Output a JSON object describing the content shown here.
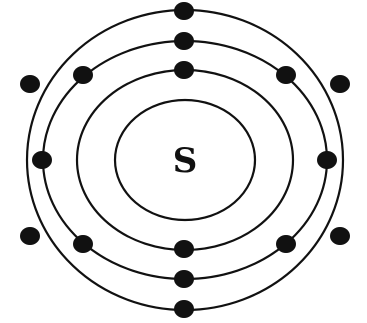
{
  "diagram": {
    "type": "bohr-atom-model",
    "element_symbol": "S",
    "shells": [
      {
        "shell": 1,
        "electrons": 2
      },
      {
        "shell": 2,
        "electrons": 8
      },
      {
        "shell": 3,
        "electrons": 6
      }
    ],
    "colors": {
      "line": "#111111",
      "electron": "#111111",
      "background": "#ffffff"
    }
  }
}
